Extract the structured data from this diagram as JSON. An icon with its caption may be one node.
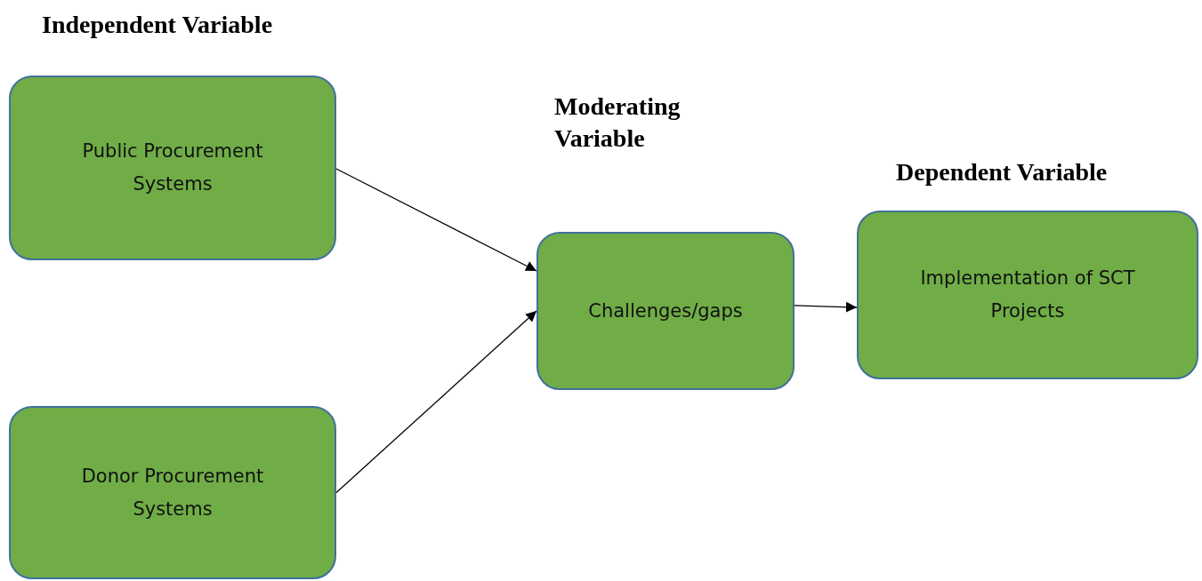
{
  "diagram": {
    "nodes": [
      {
        "text": [
          "Public Procurement Systems"
        ]
      },
      {
        "text": [
          "Donor Procurement Systems"
        ]
      },
      {
        "text": [
          "Challenges/gaps"
        ]
      },
      {
        "text": [
          "Implementation of SCT Projects"
        ]
      }
    ],
    "edges": [
      {
        "from": 0,
        "to": 2,
        "arrow": "to"
      },
      {
        "from": 1,
        "to": 2,
        "arrow": "to"
      },
      {
        "from": 2,
        "to": 3,
        "arrow": "to"
      }
    ],
    "labels": [
      "Independent Variable",
      "Moderating Variable",
      "Dependent Variable"
    ]
  }
}
